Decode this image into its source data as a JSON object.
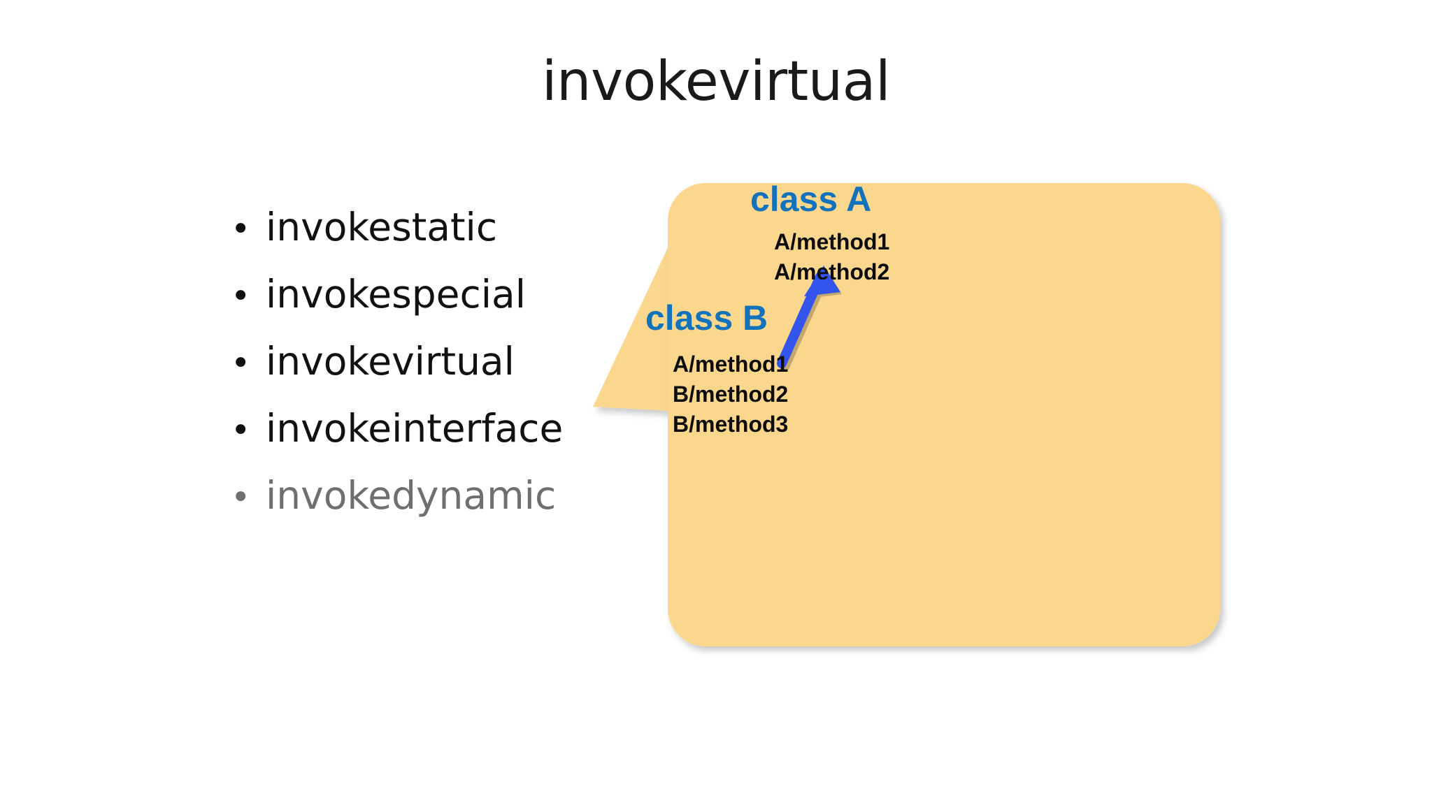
{
  "slide": {
    "title": "invokevirtual",
    "background_color": "#ffffff"
  },
  "bullets": [
    {
      "label": "invokestatic",
      "dimmed": false,
      "marker": "•"
    },
    {
      "label": "invokespecial",
      "dimmed": false,
      "marker": "•"
    },
    {
      "label": "invokevirtual",
      "dimmed": false,
      "marker": "•"
    },
    {
      "label": "invokeinterface",
      "dimmed": false,
      "marker": "•"
    },
    {
      "label": "invokedynamic",
      "dimmed": true,
      "marker": "•"
    }
  ],
  "callout": {
    "fill_color": "#fbd78d",
    "heading_color": "#1272bb",
    "method_color": "#0d0d0d",
    "arrow_color": "#3355ee",
    "class_a": {
      "heading": "class A",
      "methods": [
        "A/method1",
        "A/method2"
      ]
    },
    "class_b": {
      "heading": "class B",
      "methods": [
        "A/method1",
        "B/method2",
        "B/method3"
      ]
    }
  }
}
